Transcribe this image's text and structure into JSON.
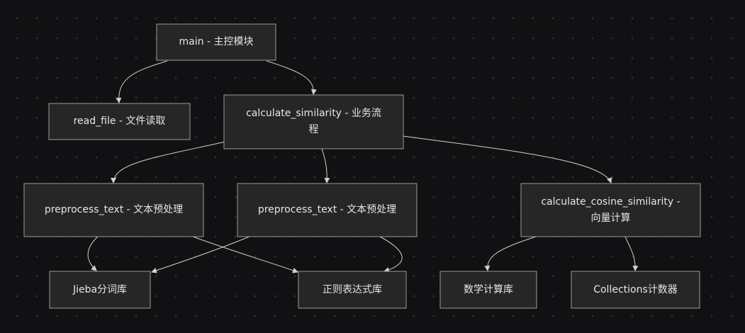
{
  "diagram": {
    "nodes": {
      "main": "main - 主控模块",
      "read_file": "read_file - 文件读取",
      "calc_sim": "calculate_similarity - 业务流程",
      "pre1": "preprocess_text - 文本预处理",
      "pre2": "preprocess_text - 文本预处理",
      "cosine": "calculate_cosine_similarity - 向量计算",
      "jieba": "Jieba分词库",
      "regex": "正则表达式库",
      "math": "数学计算库",
      "collections": "Collections计数器"
    },
    "edges": [
      [
        "main",
        "read_file"
      ],
      [
        "main",
        "calc_sim"
      ],
      [
        "calc_sim",
        "pre1"
      ],
      [
        "calc_sim",
        "pre2"
      ],
      [
        "calc_sim",
        "cosine"
      ],
      [
        "pre1",
        "jieba"
      ],
      [
        "pre1",
        "regex"
      ],
      [
        "pre2",
        "jieba"
      ],
      [
        "pre2",
        "regex"
      ],
      [
        "cosine",
        "math"
      ],
      [
        "cosine",
        "collections"
      ]
    ],
    "colors": {
      "background": "#111113",
      "node_fill": "#262626",
      "node_border": "#9a9a9a",
      "edge": "#d0d0d0",
      "text": "#e6e6e6"
    }
  }
}
